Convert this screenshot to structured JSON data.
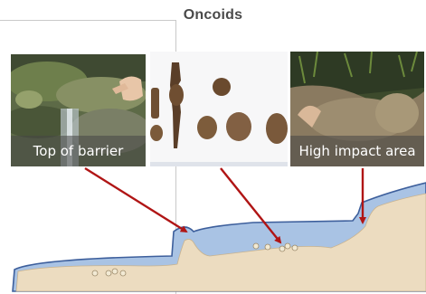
{
  "title": "Oncoids",
  "photos": [
    {
      "caption": "Top of barrier"
    },
    {
      "caption": ""
    },
    {
      "caption": "High impact area"
    }
  ],
  "colors": {
    "water": "#a9c3e4",
    "water_edge": "#3d5f9c",
    "sediment": "#ecdcc0",
    "arrow": "#b01515",
    "pebble": "#f2ead4"
  },
  "icons": [
    "arrow-icon",
    "pebble-icon"
  ]
}
